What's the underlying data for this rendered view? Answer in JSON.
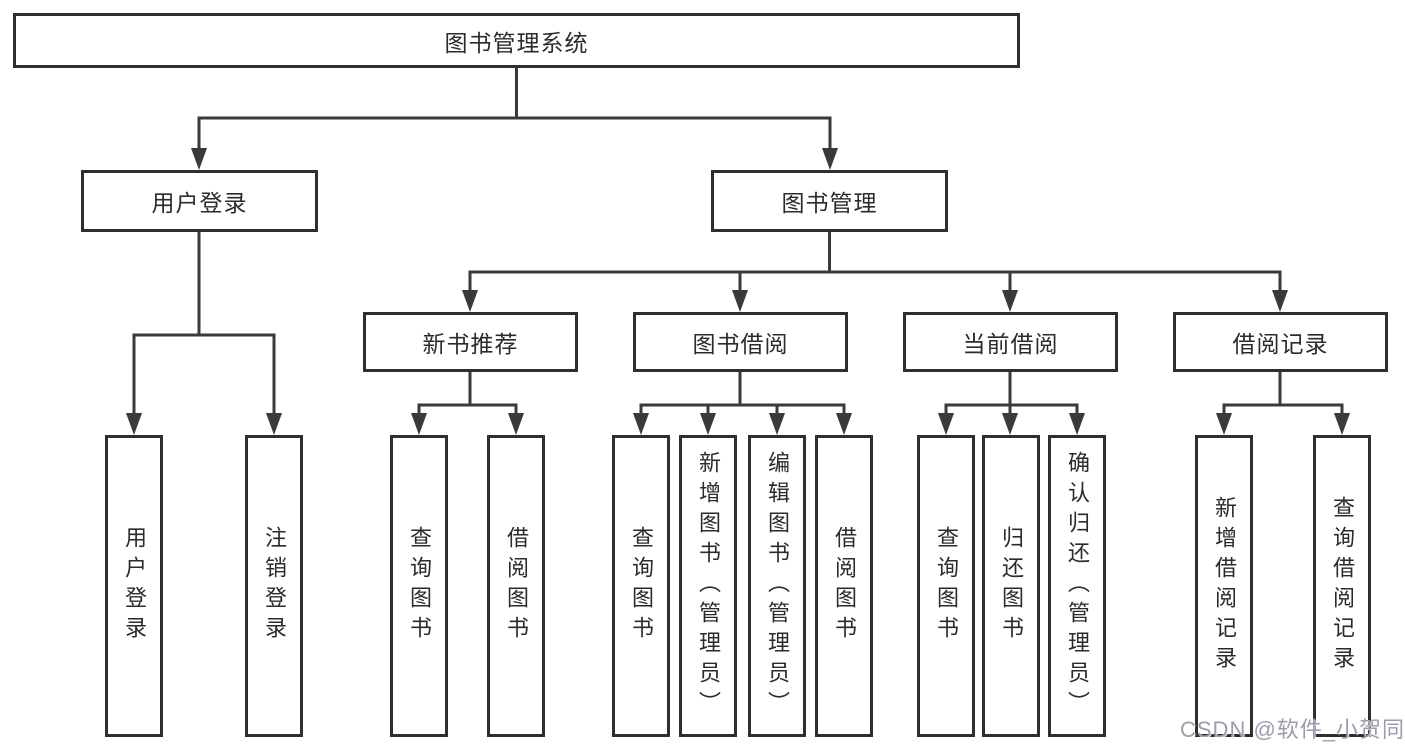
{
  "root": {
    "label": "图书管理系统"
  },
  "level2": [
    {
      "label": "用户登录",
      "children": [
        {
          "label": "用户登录"
        },
        {
          "label": "注销登录"
        }
      ]
    },
    {
      "label": "图书管理",
      "children": [
        {
          "label": "新书推荐",
          "children": [
            {
              "label": "查询图书"
            },
            {
              "label": "借阅图书"
            }
          ]
        },
        {
          "label": "图书借阅",
          "children": [
            {
              "label": "查询图书"
            },
            {
              "label": "新增图书（管理员）"
            },
            {
              "label": "编辑图书（管理员）"
            },
            {
              "label": "借阅图书"
            }
          ]
        },
        {
          "label": "当前借阅",
          "children": [
            {
              "label": "查询图书"
            },
            {
              "label": "归还图书"
            },
            {
              "label": "确认归还（管理员）"
            }
          ]
        },
        {
          "label": "借阅记录",
          "children": [
            {
              "label": "新增借阅记录"
            },
            {
              "label": "查询借阅记录"
            }
          ]
        }
      ]
    }
  ],
  "watermark": {
    "text": "CSDN @软件_小贺同学"
  },
  "colors": {
    "line": "#3a3a3a",
    "box_border": "#2f2f2f",
    "box_fill": "#ffffff",
    "text": "#2b2b2b",
    "watermark": "#9c9cac"
  }
}
